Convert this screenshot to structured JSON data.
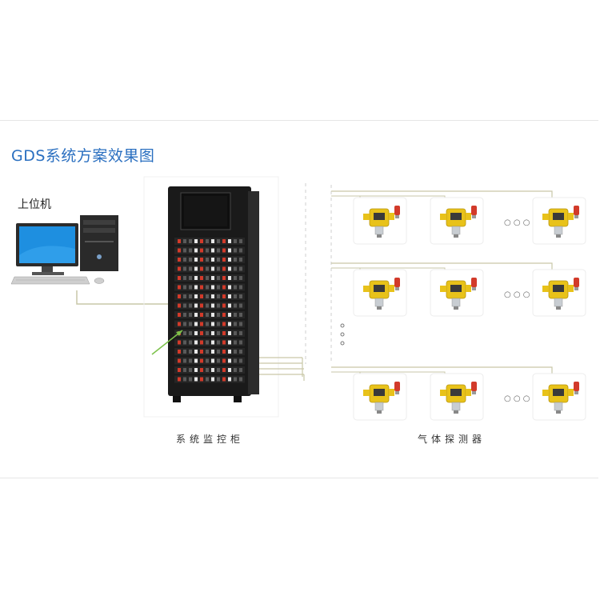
{
  "title": "GDS系统方案效果图",
  "host_computer_label": "上位机",
  "cabinet_caption": "系统监控柜",
  "detector_caption": "气体探测器",
  "ellipsis_dots": "○ ○ ○",
  "detector_rows": [
    {
      "detectors": [
        "detector",
        "detector",
        "detector"
      ]
    },
    {
      "detectors": [
        "detector",
        "detector",
        "detector"
      ]
    },
    {
      "detectors": [
        "detector",
        "detector",
        "detector"
      ]
    }
  ],
  "colors": {
    "title": "#2a6fc0",
    "detector_body": "#e8c21a",
    "detector_sensor": "#c8cdd2",
    "alarm_lamp": "#d23a2a",
    "wire": "#c9c7a8",
    "cabinet": "#1a1a1a",
    "monitor_screen": "#1e8fe0"
  }
}
